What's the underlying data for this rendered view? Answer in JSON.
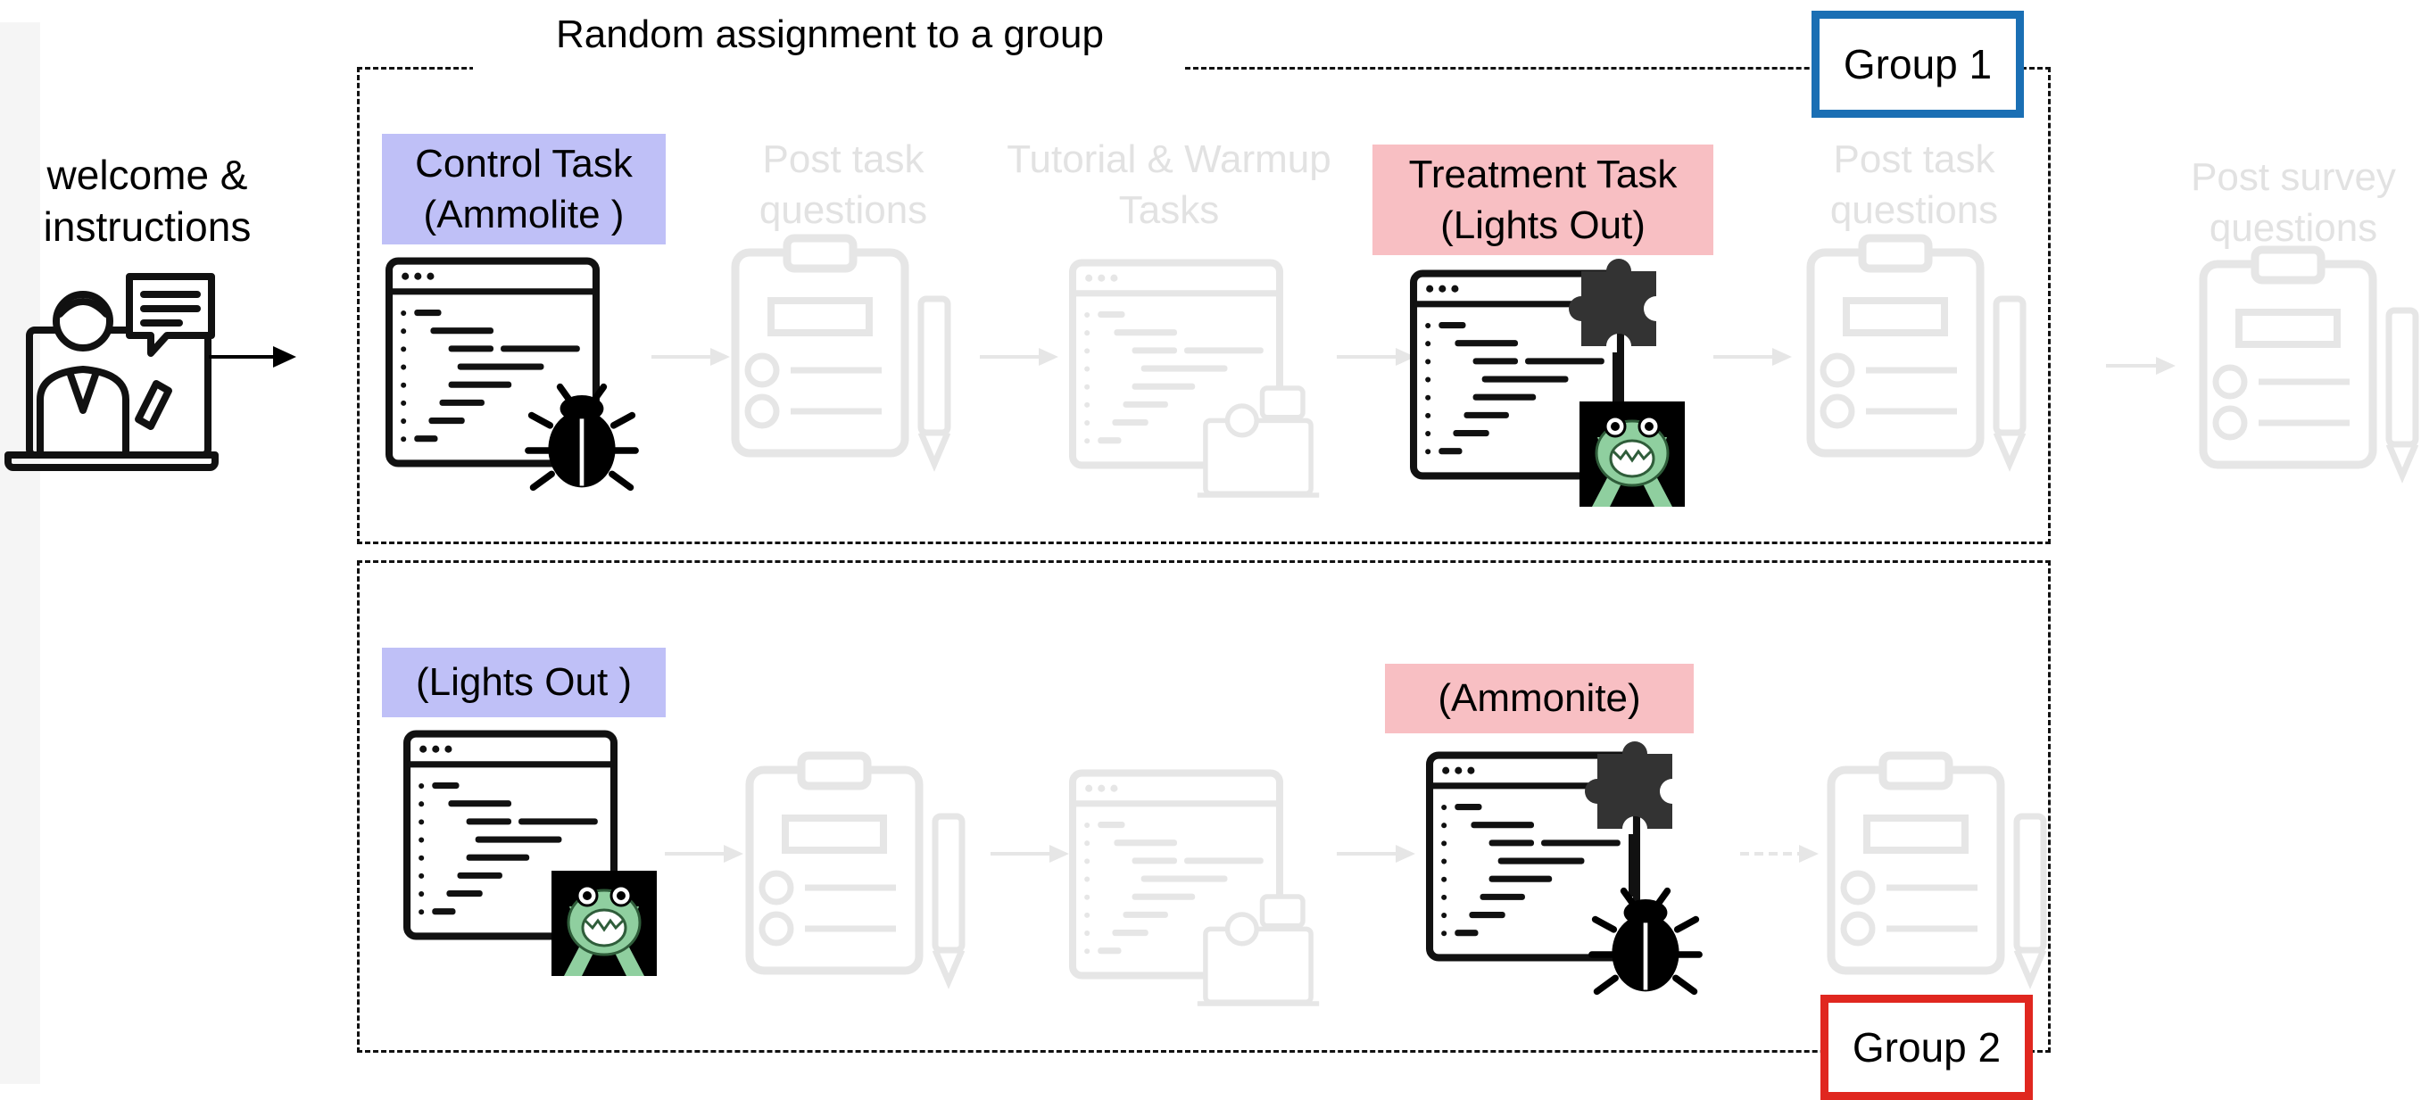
{
  "header": {
    "title": "Random assignment to a group"
  },
  "intro": {
    "line1": "welcome &",
    "line2": "instructions"
  },
  "groups": [
    {
      "label": "Group 1",
      "control": {
        "line1": "Control Task",
        "line2": "(Ammolite )"
      },
      "treatment": {
        "line1": "Treatment Task",
        "line2": "(Lights Out)"
      }
    },
    {
      "label": "Group 2",
      "control": {
        "line1": "(Lights Out )"
      },
      "treatment": {
        "line1": "(Ammonite)"
      }
    }
  ],
  "faded_steps": {
    "post_task": {
      "line1": "Post task",
      "line2": "questions"
    },
    "tutorial": {
      "line1": "Tutorial & Warmup",
      "line2": "Tasks"
    },
    "post_survey": {
      "line1": "Post survey",
      "line2": "questions"
    }
  },
  "colors": {
    "control_bg": "#bfc0f7",
    "treatment_bg": "#f8bfc3",
    "group1_border": "#1a6fb4",
    "group2_border": "#e0271f",
    "faded": "#e2e2e2",
    "monster_green": "#8fcf9f"
  },
  "icons": [
    "person-laptop-icon",
    "code-window-icon",
    "bug-icon",
    "puzzle-icon",
    "monster-icon",
    "clipboard-icon",
    "pencil-icon",
    "arrow-icon"
  ]
}
